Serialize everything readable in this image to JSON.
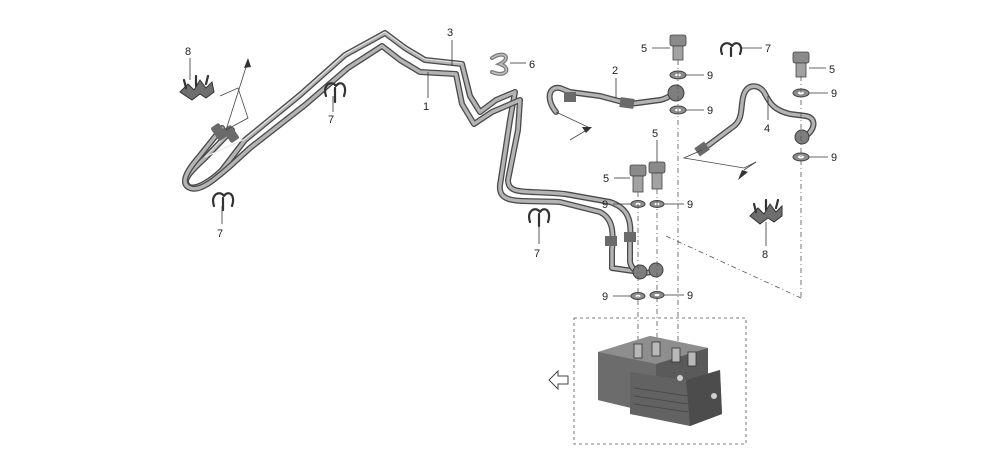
{
  "diagram": {
    "callouts": {
      "c1": "1",
      "c2": "2",
      "c3": "3",
      "c4": "4",
      "c5a": "5",
      "c5b": "5",
      "c5c": "5",
      "c5d": "5",
      "c6": "6",
      "c7a": "7",
      "c7b": "7",
      "c7c": "7",
      "c7d": "7",
      "c8a": "8",
      "c8b": "8",
      "c9a": "9",
      "c9b": "9",
      "c9c": "9",
      "c9d": "9",
      "c9e": "9",
      "c9f": "9",
      "c9g": "9",
      "c9h": "9"
    },
    "colors": {
      "pipe_dark": "#4a4a4a",
      "pipe_light": "#b4b4b4",
      "part_fill": "#8a8a8a",
      "hcu_dark": "#5c5c5c",
      "hcu_mid": "#7a7a7a",
      "hcu_light": "#9c9c9c"
    },
    "icons": {
      "front_arrow": "arrow-left-outline-icon"
    }
  }
}
